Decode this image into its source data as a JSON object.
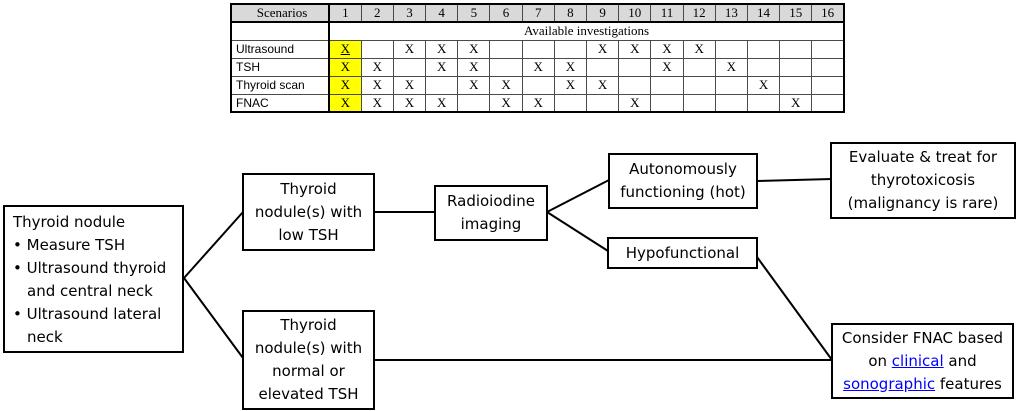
{
  "table": {
    "corner_label": "Scenarios",
    "scenarios": [
      "1",
      "2",
      "3",
      "4",
      "5",
      "6",
      "7",
      "8",
      "9",
      "10",
      "11",
      "12",
      "13",
      "14",
      "15",
      "16"
    ],
    "band_label": "Available investigations",
    "mark": "X",
    "rows": [
      {
        "label": "Ultrasound",
        "marks": [
          1,
          3,
          4,
          5,
          9,
          10,
          11,
          12
        ],
        "highlighted_marks": [
          1
        ],
        "underlined_marks": [
          1
        ]
      },
      {
        "label": "TSH",
        "marks": [
          1,
          2,
          4,
          5,
          7,
          8,
          11,
          13
        ],
        "highlighted_marks": [
          1
        ],
        "underlined_marks": []
      },
      {
        "label": "Thyroid scan",
        "marks": [
          1,
          2,
          3,
          5,
          6,
          8,
          9,
          14
        ],
        "highlighted_marks": [
          1
        ],
        "underlined_marks": []
      },
      {
        "label": "FNAC",
        "marks": [
          1,
          2,
          3,
          4,
          6,
          7,
          10,
          15
        ],
        "highlighted_marks": [
          1
        ],
        "underlined_marks": []
      }
    ],
    "colors": {
      "header_bg": "#d9d9d9",
      "highlight": "#ffff00",
      "border": "#000000"
    }
  },
  "flowchart": {
    "thyroid_nodule_box": {
      "title": "Thyroid nodule",
      "bullets": [
        "Measure TSH",
        "Ultrasound thyroid and central neck",
        "Ultrasound lateral neck"
      ]
    },
    "low_tsh_box": "Thyroid nodule(s) with low TSH",
    "radioiodine_box": "Radioiodine imaging",
    "hot_box": "Autonomously functioning (hot)",
    "evaluate_box": "Evaluate & treat for thyrotoxicosis (malignancy is rare)",
    "hypofunctional_box": "Hypofunctional",
    "normal_tsh_box": "Thyroid nodule(s) with normal or elevated TSH",
    "fnac_box": {
      "text_before": "Consider FNAC based on ",
      "link_clinical": "clinical",
      "text_between": " and ",
      "link_sonographic": "sonographic",
      "text_after": " features"
    },
    "link_color": "#0000ff"
  }
}
